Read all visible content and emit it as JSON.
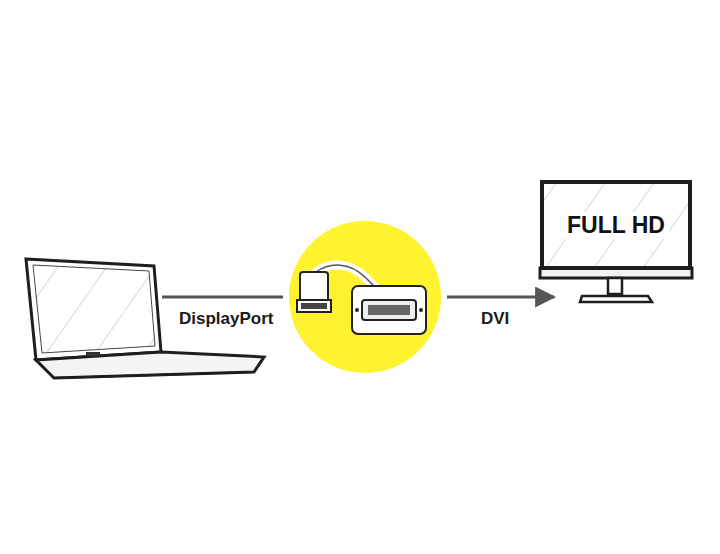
{
  "diagram": {
    "nodes": [
      {
        "text": [
          "FULL HD"
        ]
      }
    ],
    "labels": [
      "DisplayPort",
      "DVI"
    ]
  }
}
